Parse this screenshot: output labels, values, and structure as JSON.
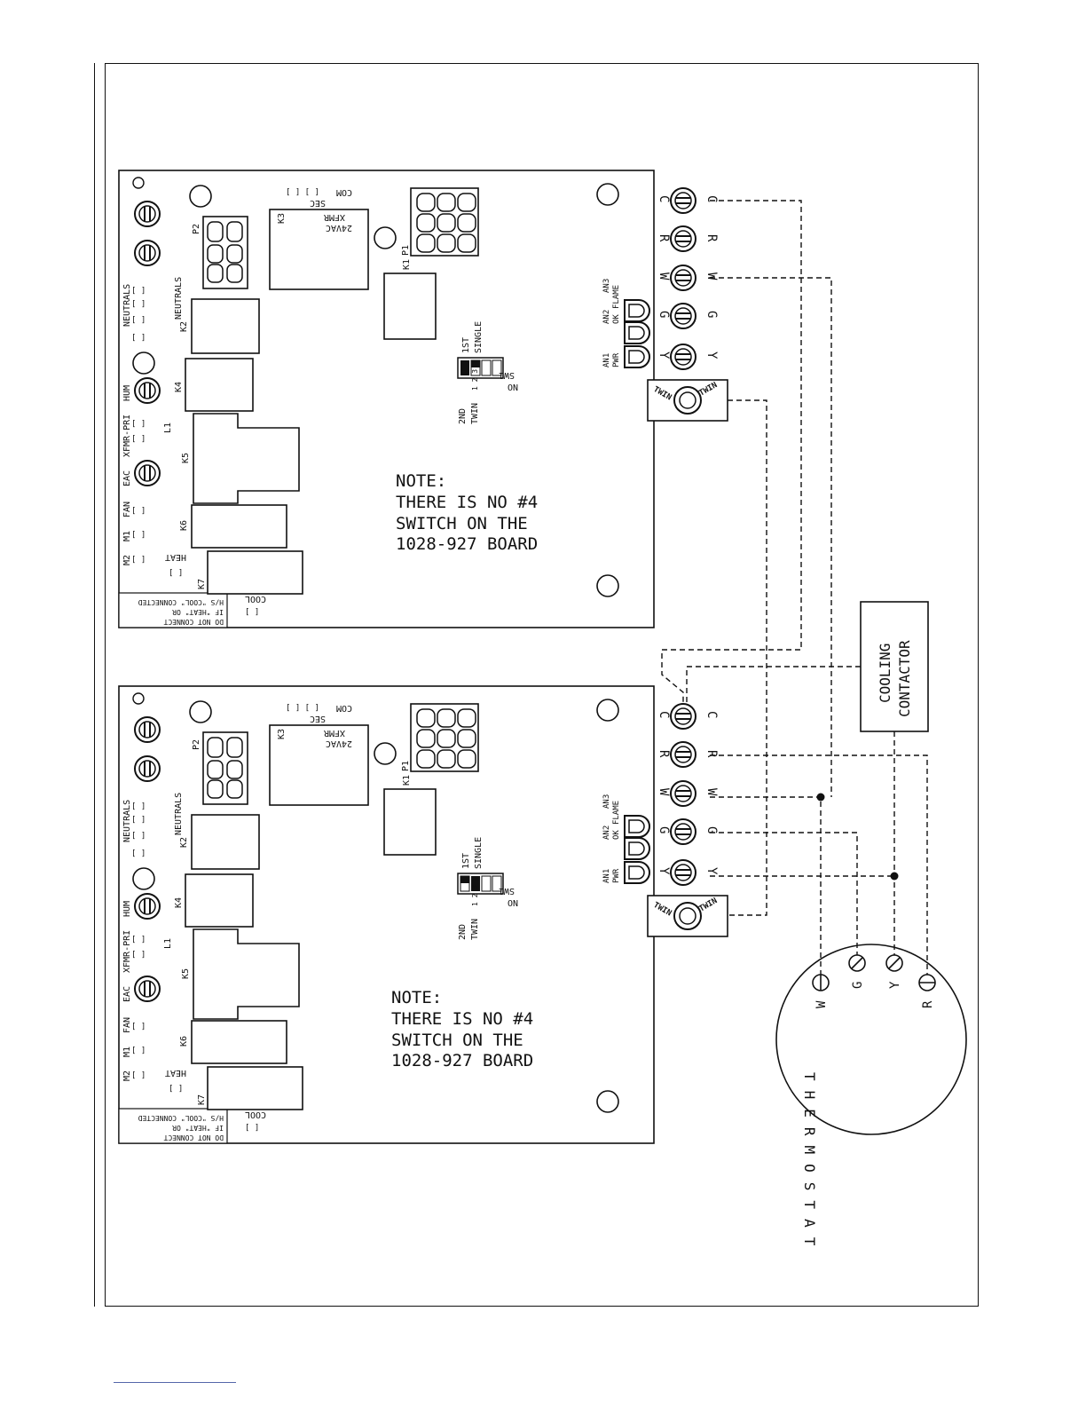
{
  "boards": [
    {
      "note": [
        "NOTE:",
        "THERE IS NO #4",
        "SWITCH ON THE",
        "1028-927 BOARD"
      ],
      "neutrals": "NEUTRALS",
      "left_labels": [
        "HUM",
        "XFMR-PRI",
        "EAC",
        "FAN",
        "M1",
        "M2"
      ],
      "relays": [
        "K2",
        "K4",
        "K5",
        "K6",
        "K7",
        "K3",
        "K1"
      ],
      "plugs": [
        "P2",
        "P1"
      ],
      "l1": "L1",
      "heat": "HEAT",
      "cool": "COOL",
      "warning": [
        "DO NOT CONNECT",
        "IF \"HEAT\" OR",
        "H/S \"COOL\" CONNECTED"
      ],
      "xfmr": [
        "COM",
        "SEC",
        "XFMR",
        "24VAC"
      ],
      "switch_top": [
        "1ST",
        "SINGLE"
      ],
      "switch_bottom": [
        "2ND",
        "TWIN"
      ],
      "sw_label": "SW1",
      "sw_on": "ON",
      "sw_numbers": "1 2 3 4",
      "leds_top": [
        "AN2",
        "AN3"
      ],
      "leds_mid": [
        "OK",
        "FLAME"
      ],
      "leds_bot": [
        "AN1",
        "PWR"
      ],
      "terminals": [
        "C",
        "R",
        "W",
        "G",
        "Y"
      ],
      "twin_marks": [
        "TWIN",
        "TWIN"
      ]
    },
    {
      "note": [
        "NOTE:",
        "THERE IS NO #4",
        "SWITCH ON THE",
        "1028-927 BOARD"
      ],
      "neutrals": "NEUTRALS",
      "left_labels": [
        "HUM",
        "XFMR-PRI",
        "EAC",
        "FAN",
        "M1",
        "M2"
      ],
      "relays": [
        "K2",
        "K4",
        "K5",
        "K6",
        "K7",
        "K3",
        "K1"
      ],
      "plugs": [
        "P2",
        "P1"
      ],
      "l1": "L1",
      "heat": "HEAT",
      "cool": "COOL",
      "warning": [
        "DO NOT CONNECT",
        "IF \"HEAT\" OR",
        "H/S \"COOL\" CONNECTED"
      ],
      "xfmr": [
        "COM",
        "SEC",
        "XFMR",
        "24VAC"
      ],
      "switch_top": [
        "1ST",
        "SINGLE"
      ],
      "switch_bottom": [
        "2ND",
        "TWIN"
      ],
      "sw_label": "SW1",
      "sw_on": "ON",
      "sw_numbers": "1 2 3 4",
      "leds_top": [
        "AN2",
        "AN3"
      ],
      "leds_mid": [
        "OK",
        "FLAME"
      ],
      "leds_bot": [
        "AN1",
        "PWR"
      ],
      "terminals": [
        "C",
        "R",
        "W",
        "G",
        "Y"
      ],
      "twin_marks": [
        "TWIN",
        "TWIN"
      ]
    }
  ],
  "cooling_contactor": [
    "COOLING",
    "CONTACTOR"
  ],
  "thermostat": {
    "label": "THERMOSTAT",
    "terminals": [
      "W",
      "G",
      "Y",
      "R"
    ]
  },
  "colors": {
    "ink": "#111111",
    "paper": "#ffffff",
    "footer_rule": "#5566aa"
  }
}
